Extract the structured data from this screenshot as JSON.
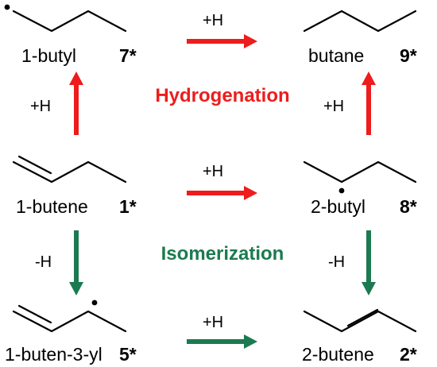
{
  "colors": {
    "hydrogenation": "#ee1c1c",
    "isomerization": "#1c7a50",
    "bond": "#000000"
  },
  "sections": {
    "hydrogenation": "Hydrogenation",
    "isomerization": "Isomerization"
  },
  "species": {
    "butyl1": {
      "name": "1-butyl",
      "id": "7*"
    },
    "butane": {
      "name": "butane",
      "id": "9*"
    },
    "butene1": {
      "name": "1-butene",
      "id": "1*"
    },
    "butyl2": {
      "name": "2-butyl",
      "id": "8*"
    },
    "butenyl": {
      "name": "1-buten-3-yl",
      "id": "5*"
    },
    "butene2": {
      "name": "2-butene",
      "id": "2*"
    }
  },
  "reactions": {
    "top": "+H",
    "middle": "+H",
    "bottom": "+H",
    "left_up": "+H",
    "right_up": "+H",
    "left_down": "-H",
    "right_down": "-H"
  }
}
